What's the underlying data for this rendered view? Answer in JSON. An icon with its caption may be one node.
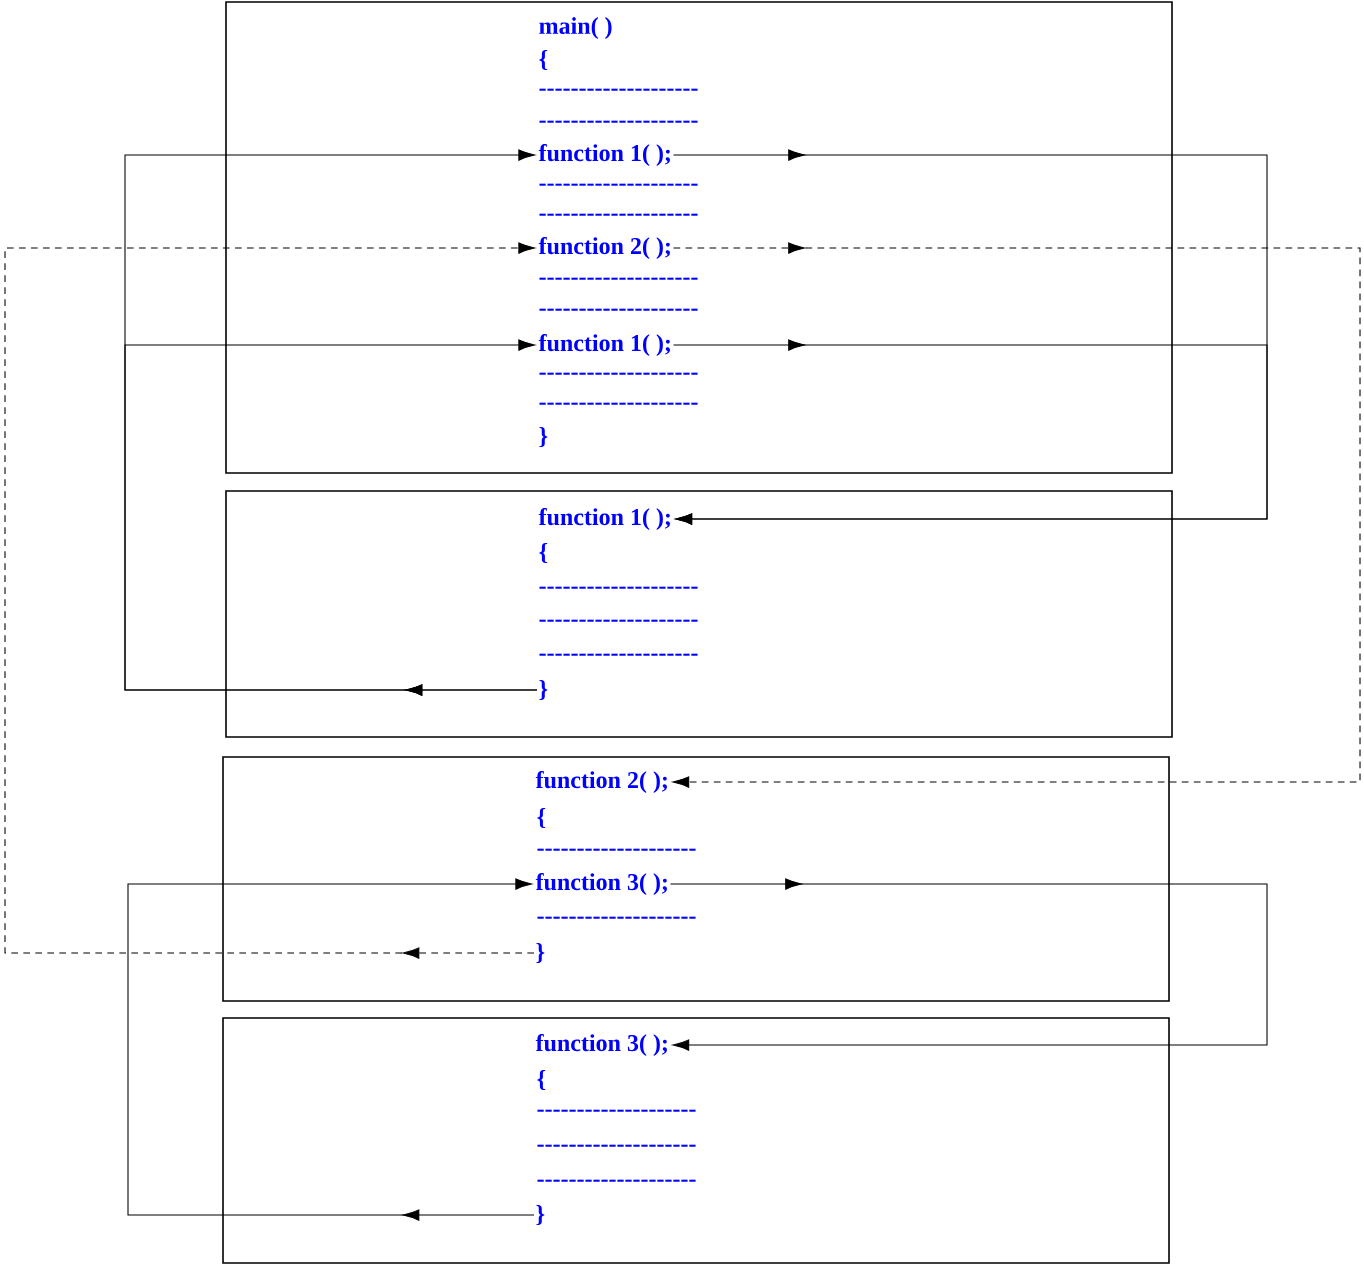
{
  "diagram": {
    "nodes": [
      {
        "text": [],
        "shape": "box"
      },
      {
        "text": [
          "function 1( );"
        ],
        "in": 0
      },
      {
        "text": [
          "function 2( );"
        ],
        "in": 0
      },
      {
        "text": [
          "function 1( );"
        ],
        "in": 0
      },
      {
        "text": [],
        "shape": "box"
      },
      {
        "text": [
          "function 1( );"
        ],
        "in": 4
      },
      {
        "text": [
          "}"
        ],
        "in": 4
      },
      {
        "text": [],
        "shape": "box"
      },
      {
        "text": [
          "function 2( );"
        ],
        "in": 7
      },
      {
        "text": [
          "function 3( );"
        ],
        "in": 7
      },
      {
        "text": [
          "}"
        ],
        "in": 7
      },
      {
        "text": [],
        "shape": "box"
      },
      {
        "text": [
          "function 3( );"
        ],
        "in": 11
      },
      {
        "text": [
          "}"
        ],
        "in": 11
      }
    ],
    "edges": [
      {
        "from": 1,
        "to": 5,
        "arrow": "to"
      },
      {
        "from": 2,
        "to": 8,
        "arrow": "to",
        "style": "dashed"
      },
      {
        "from": 3,
        "to": 5,
        "arrow": "to"
      },
      {
        "from": 6,
        "to": 1,
        "arrow": "to"
      },
      {
        "from": 6,
        "to": 3,
        "arrow": "to"
      },
      {
        "from": 10,
        "to": 2,
        "arrow": "to",
        "style": "dashed"
      },
      {
        "from": 9,
        "to": 12,
        "arrow": "to"
      },
      {
        "from": 13,
        "to": 9,
        "arrow": "to"
      }
    ],
    "labels": [
      "main( )",
      "{",
      "--------------------",
      "--------------------",
      "--------------------",
      "--------------------",
      "--------------------",
      "--------------------",
      "--------------------",
      "--------------------",
      "}",
      "{",
      "--------------------",
      "--------------------",
      "--------------------",
      "{",
      "--------------------",
      "--------------------",
      "{",
      "--------------------",
      "--------------------",
      "--------------------"
    ]
  }
}
